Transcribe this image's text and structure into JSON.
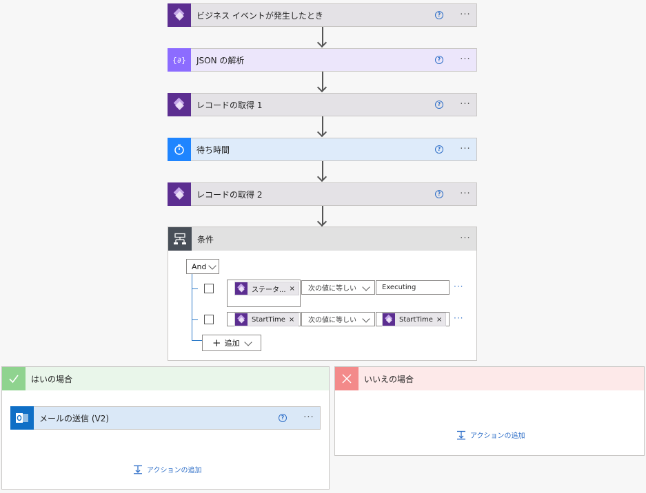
{
  "steps": [
    {
      "title": "ビジネス イベントが発生したとき",
      "icon": "dataverse-icon",
      "color": "#e4e2e6",
      "icon_bg": "#5c2e91"
    },
    {
      "title": "JSON の解析",
      "icon": "data-operation-icon",
      "color": "#ece6fb",
      "icon_bg": "#8c6cff"
    },
    {
      "title": "レコードの取得 1",
      "icon": "dataverse-icon",
      "color": "#e4e2e6",
      "icon_bg": "#5c2e91"
    },
    {
      "title": "待ち時間",
      "icon": "timer-icon",
      "color": "#deebfa",
      "icon_bg": "#1f85ff"
    },
    {
      "title": "レコードの取得 2",
      "icon": "dataverse-icon",
      "color": "#e4e2e6",
      "icon_bg": "#5c2e91"
    }
  ],
  "condition": {
    "title": "条件",
    "icon": "condition-icon",
    "operator": "And",
    "rows": [
      {
        "left_token": "ステータ...",
        "comparator": "次の値に等しい",
        "right_value": "Executing"
      },
      {
        "left_token": "StartTime",
        "comparator": "次の値に等しい",
        "right_token": "StartTime"
      }
    ],
    "add_label": "追加"
  },
  "branch_yes": {
    "title": "はいの場合",
    "color": "#e9f6ea",
    "icon_bg": "#8fd38f",
    "action_title": "メールの送信 (V2)",
    "action_color": "#dae8f7",
    "action_icon": "outlook-icon",
    "add_action_label": "アクションの追加"
  },
  "branch_no": {
    "title": "いいえの場合",
    "color": "#fde9e9",
    "icon_bg": "#f38a8a",
    "add_action_label": "アクションの追加"
  },
  "help_glyph": "?",
  "more_glyph": "···",
  "remove_glyph": "×"
}
